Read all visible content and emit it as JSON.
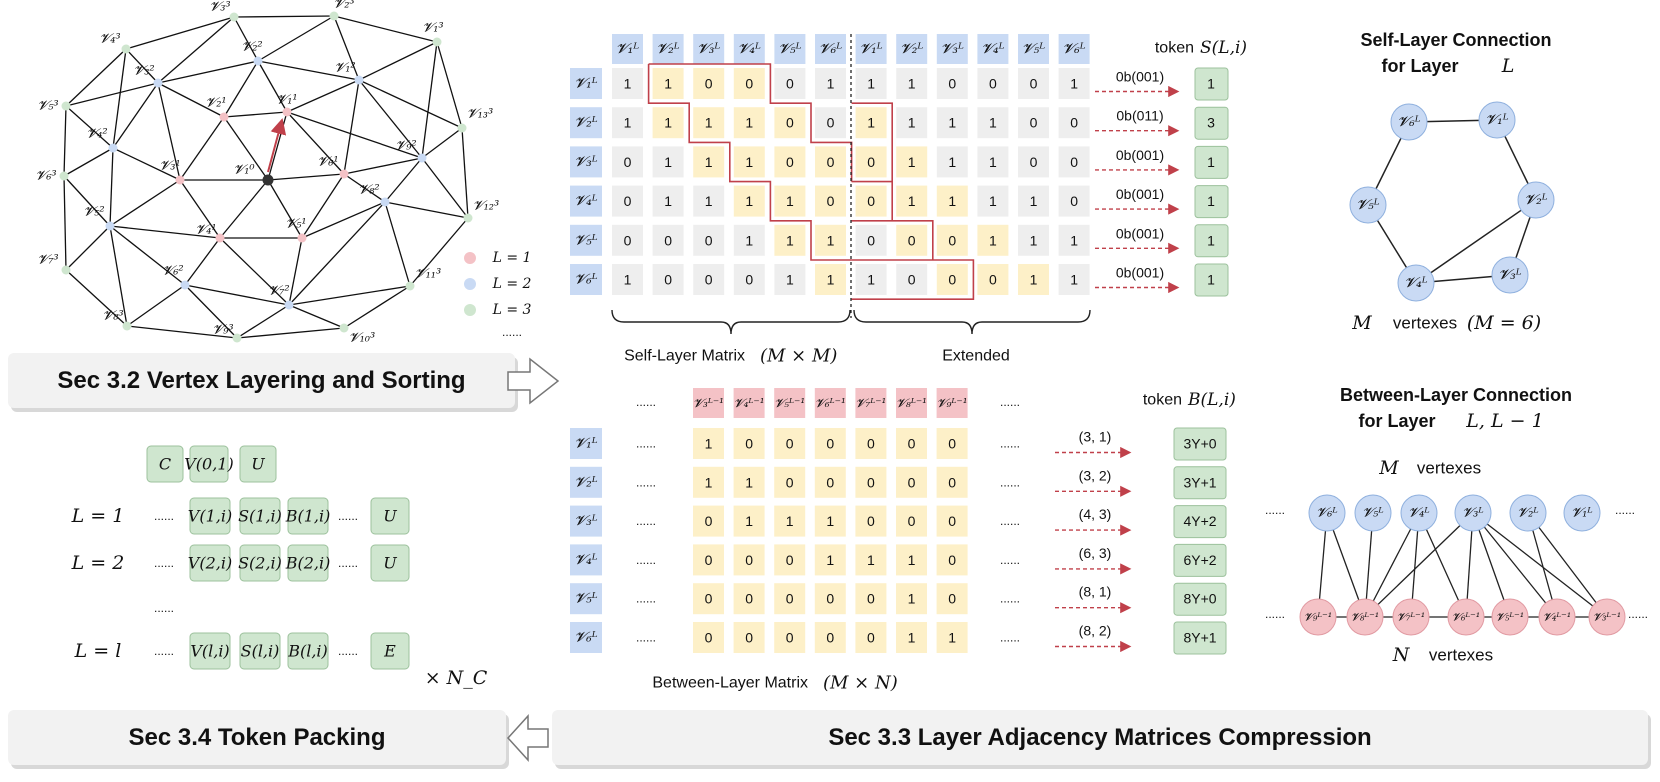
{
  "colors": {
    "l1": "#f4c2c6",
    "l2": "#c9daf4",
    "l3": "#cfe6cf",
    "cell_gray": "#eeeeee",
    "cell_yellow": "#fdf0c8",
    "row_head": "#c9daf4",
    "col_head_red": "#f4c2c6",
    "token_green": "#cfe6cf",
    "outline_red": "#c0404a",
    "arrow_red": "#c0404a",
    "banner": "#f2f2f2"
  },
  "mesh": {
    "vertex_labels": {
      "c": "𝓥₁⁰",
      "r1": [
        "𝓥₁¹",
        "𝓥₂¹",
        "𝓥₃¹",
        "𝓥₄¹",
        "𝓥₅¹",
        "𝓥₆¹"
      ],
      "r2": [
        "𝓥₁²",
        "𝓥₂²",
        "𝓥₃²",
        "𝓥₄²",
        "𝓥₅²",
        "𝓥₆²",
        "𝓥₇²",
        "𝓥₈²",
        "𝓥₉²"
      ],
      "r3": [
        "𝓥₁³",
        "𝓥₂³",
        "𝓥₃³",
        "𝓥₄³",
        "𝓥₅³",
        "𝓥₆³",
        "𝓥₇³",
        "𝓥₈³",
        "𝓥₉³",
        "𝓥₁₀³",
        "𝓥₁₁³",
        "𝓥₁₂³",
        "𝓥₁₃³"
      ]
    },
    "legend": [
      "L = 1",
      "L = 2",
      "L = 3",
      "......"
    ]
  },
  "banners": {
    "sec32": "Sec 3.2 Vertex Layering and Sorting",
    "sec33": "Sec 3.3  Layer Adjacency Matrices Compression",
    "sec34": "Sec 3.4 Token Packing"
  },
  "self_matrix": {
    "row_labels": [
      "𝓥₁ᴸ",
      "𝓥₂ᴸ",
      "𝓥₃ᴸ",
      "𝓥₄ᴸ",
      "𝓥₅ᴸ",
      "𝓥₆ᴸ"
    ],
    "col_labels": [
      "𝓥₁ᴸ",
      "𝓥₂ᴸ",
      "𝓥₃ᴸ",
      "𝓥₄ᴸ",
      "𝓥₅ᴸ",
      "𝓥₆ᴸ",
      "𝓥₁ᴸ",
      "𝓥₂ᴸ",
      "𝓥₃ᴸ",
      "𝓥₄ᴸ",
      "𝓥₅ᴸ",
      "𝓥₆ᴸ"
    ],
    "values": [
      [
        1,
        1,
        0,
        0,
        0,
        1,
        1,
        1,
        0,
        0,
        0,
        1
      ],
      [
        1,
        1,
        1,
        1,
        0,
        0,
        1,
        1,
        1,
        1,
        0,
        0
      ],
      [
        0,
        1,
        1,
        1,
        0,
        0,
        0,
        1,
        1,
        1,
        0,
        0
      ],
      [
        0,
        1,
        1,
        1,
        1,
        0,
        0,
        1,
        1,
        1,
        1,
        0
      ],
      [
        0,
        0,
        0,
        1,
        1,
        1,
        0,
        0,
        0,
        1,
        1,
        1
      ],
      [
        1,
        0,
        0,
        0,
        1,
        1,
        1,
        0,
        0,
        0,
        1,
        1
      ]
    ],
    "codes": [
      "0b(001)",
      "0b(011)",
      "0b(001)",
      "0b(001)",
      "0b(001)",
      "0b(001)"
    ],
    "tokens": [
      "1",
      "3",
      "1",
      "1",
      "1",
      "1"
    ],
    "token_header": "token",
    "token_symbol": "S(L,i)",
    "caption": "Self-Layer Matrix",
    "caption_math": "(M × M)",
    "extended": "Extended"
  },
  "self_graph": {
    "title_line1": "Self-Layer Connection",
    "title_line2": "for Layer",
    "title_math": "L",
    "nodes": [
      "𝓥₁ᴸ",
      "𝓥₂ᴸ",
      "𝓥₃ᴸ",
      "𝓥₄ᴸ",
      "𝓥₅ᴸ",
      "𝓥₆ᴸ"
    ],
    "caption_math1": "M",
    "caption_text": "vertexes",
    "caption_math2": "(M = 6)"
  },
  "between_matrix": {
    "ellipsis": "......",
    "col_labels": [
      "𝓥₃ᴸ⁻¹",
      "𝓥₄ᴸ⁻¹",
      "𝓥₅ᴸ⁻¹",
      "𝓥₆ᴸ⁻¹",
      "𝓥₇ᴸ⁻¹",
      "𝓥₈ᴸ⁻¹",
      "𝓥₉ᴸ⁻¹"
    ],
    "row_labels": [
      "𝓥₁ᴸ",
      "𝓥₂ᴸ",
      "𝓥₃ᴸ",
      "𝓥₄ᴸ",
      "𝓥₅ᴸ",
      "𝓥₆ᴸ"
    ],
    "values": [
      [
        1,
        0,
        0,
        0,
        0,
        0,
        0
      ],
      [
        1,
        1,
        0,
        0,
        0,
        0,
        0
      ],
      [
        0,
        1,
        1,
        1,
        0,
        0,
        0
      ],
      [
        0,
        0,
        0,
        1,
        1,
        1,
        0
      ],
      [
        0,
        0,
        0,
        0,
        0,
        1,
        0
      ],
      [
        0,
        0,
        0,
        0,
        0,
        1,
        1
      ]
    ],
    "pairs": [
      "(3, 1)",
      "(3, 2)",
      "(4, 3)",
      "(6, 3)",
      "(8, 1)",
      "(8, 2)"
    ],
    "tokens": [
      "3Y+0",
      "3Y+1",
      "4Y+2",
      "6Y+2",
      "8Y+0",
      "8Y+1"
    ],
    "token_header": "token",
    "token_symbol": "B(L,i)",
    "caption": "Between-Layer Matrix",
    "caption_math": "(M × N)"
  },
  "between_graph": {
    "title_line1": "Between-Layer Connection",
    "title_line2": "for Layer",
    "title_math": "L, L − 1",
    "top_caption_math": "M",
    "top_caption_text": "vertexes",
    "top_nodes": [
      "𝓥₆ᴸ",
      "𝓥₅ᴸ",
      "𝓥₄ᴸ",
      "𝓥₃ᴸ",
      "𝓥₂ᴸ",
      "𝓥₁ᴸ"
    ],
    "bottom_nodes": [
      "𝓥₉ᴸ⁻¹",
      "𝓥₈ᴸ⁻¹",
      "𝓥₇ᴸ⁻¹",
      "𝓥₆ᴸ⁻¹",
      "𝓥₅ᴸ⁻¹",
      "𝓥₄ᴸ⁻¹",
      "𝓥₃ᴸ⁻¹"
    ],
    "bottom_caption_math": "N",
    "bottom_caption_text": "vertexes",
    "ellipsis": "......"
  },
  "packing": {
    "header_tokens": [
      "C",
      "V(0,1)",
      "U"
    ],
    "rows": [
      {
        "label": "L = 1",
        "tokens": [
          "V(1,i)",
          "S(1,i)",
          "B(1,i)"
        ],
        "end": "U"
      },
      {
        "label": "L = 2",
        "tokens": [
          "V(2,i)",
          "S(2,i)",
          "B(2,i)"
        ],
        "end": "U"
      },
      {
        "label": "L = l",
        "tokens": [
          "V(l,i)",
          "S(l,i)",
          "B(l,i)"
        ],
        "end": "E"
      }
    ],
    "ellipsis": "......",
    "multiplier": "× N_C"
  }
}
